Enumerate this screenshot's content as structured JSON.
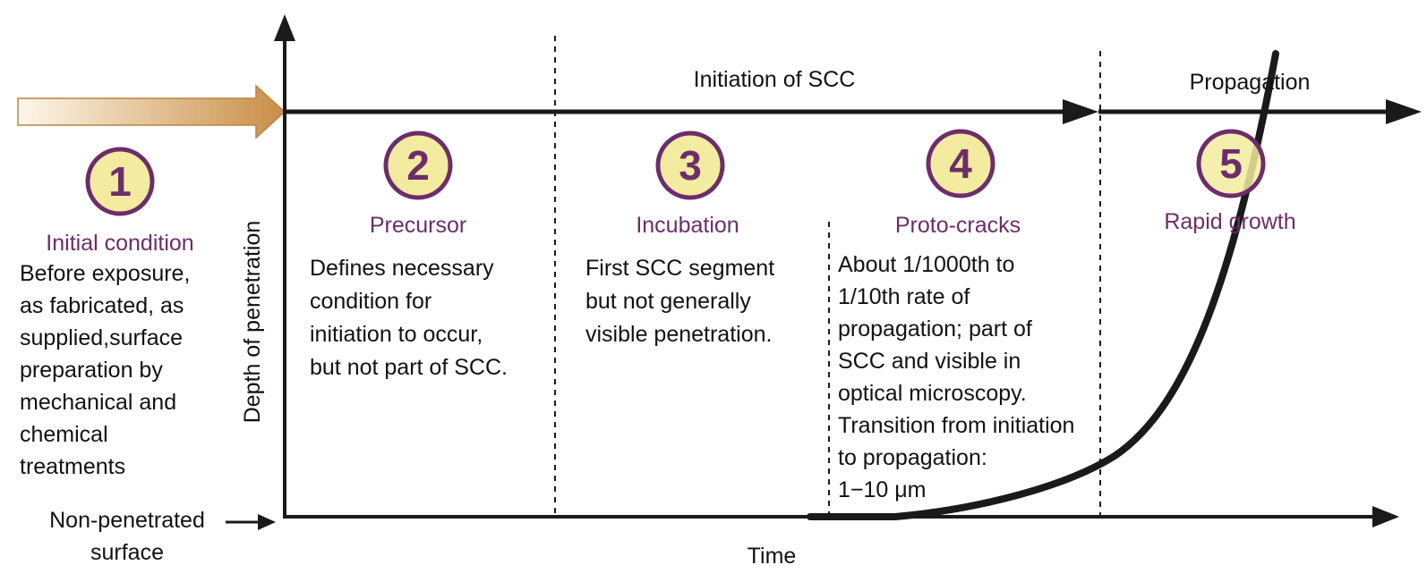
{
  "axes": {
    "y_label": "Depth of penetration",
    "x_label": "Time",
    "baseline_label": [
      "Non-penetrated",
      "surface"
    ]
  },
  "phases": {
    "initiation": "Initiation of SCC",
    "propagation": "Propagation"
  },
  "stages": [
    {
      "number": "1",
      "title": "Initial condition",
      "lines": [
        "Before exposure,",
        "as fabricated, as",
        "supplied,surface",
        "preparation by",
        "mechanical and",
        "chemical",
        "treatments"
      ]
    },
    {
      "number": "2",
      "title": "Precursor",
      "lines": [
        "Defines necessary",
        "condition for",
        "initiation to occur,",
        "but not part of SCC."
      ]
    },
    {
      "number": "3",
      "title": "Incubation",
      "lines": [
        "First SCC segment",
        "but not generally",
        "visible penetration."
      ]
    },
    {
      "number": "4",
      "title": "Proto-cracks",
      "lines": [
        "About 1/1000th to",
        "1/10th rate of",
        "propagation; part of",
        "SCC and visible in",
        "optical microscopy.",
        "Transition from initiation",
        "to propagation:",
        "1−10 μm"
      ]
    },
    {
      "number": "5",
      "title": "Rapid growth",
      "lines": []
    }
  ],
  "colors": {
    "circle_fill": "#f3eca0",
    "circle_stroke": "#6d2d6a",
    "title_color": "#6d2d6a",
    "axis_color": "#1a1a1a",
    "arrow_gradient_start": "#fdf7ea",
    "arrow_gradient_end": "#c98e47"
  }
}
